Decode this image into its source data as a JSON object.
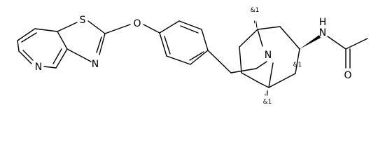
{
  "structure": {
    "atom_labels": {
      "s_thiazole": "S",
      "o_ether": "O",
      "n_pyridine": "N",
      "n_thiazole": "N",
      "n_bridge": "N",
      "n_amide": "N",
      "h_amide": "H",
      "o_carbonyl": "O"
    },
    "stereo_labels": {
      "c1_top": "&1",
      "c5_bottom": "&1",
      "c3_right": "&1"
    }
  }
}
